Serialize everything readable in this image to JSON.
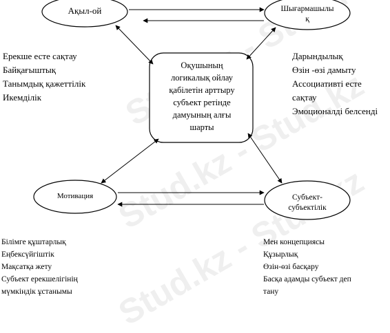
{
  "nodes": {
    "akyl_oi": "Ақыл-ой",
    "shygarmashylyk_line1": "Шығармашылы",
    "shygarmashylyk_line2": "қ",
    "motivatsiya": "Мотивация",
    "subekt_line1": "Субъект-",
    "subekt_line2": "субъектілік",
    "center_lines": [
      "Оқушының",
      "логикалық ойлау",
      "қабілетін арттыру",
      "субъект ретінде",
      "дамуының алғы",
      "шарты"
    ]
  },
  "lists": {
    "top_left": [
      "Ерекше есте сақтау",
      "Байқағыштық",
      "Танымдық қажеттілік",
      "Икемділік"
    ],
    "top_right": [
      "Дарындылық",
      "Өзін -өзі дамыту",
      "Ассоциативті есте",
      "сақтау",
      "Эмоционалді белсенді"
    ],
    "bottom_left": [
      "Білімге құштарлық",
      "Еңбексүйгіштік",
      "Мақсатқа жету",
      "Субъект ерекшелігінің",
      "мүмкіндік ұстанымы"
    ],
    "bottom_right": [
      "Мен концепциясы",
      "Құзырлық",
      "Өзін-өзі басқару",
      "Басқа адамды субъект  деп",
      "тану"
    ]
  },
  "watermark": "Stud.kz - Stud.kz"
}
